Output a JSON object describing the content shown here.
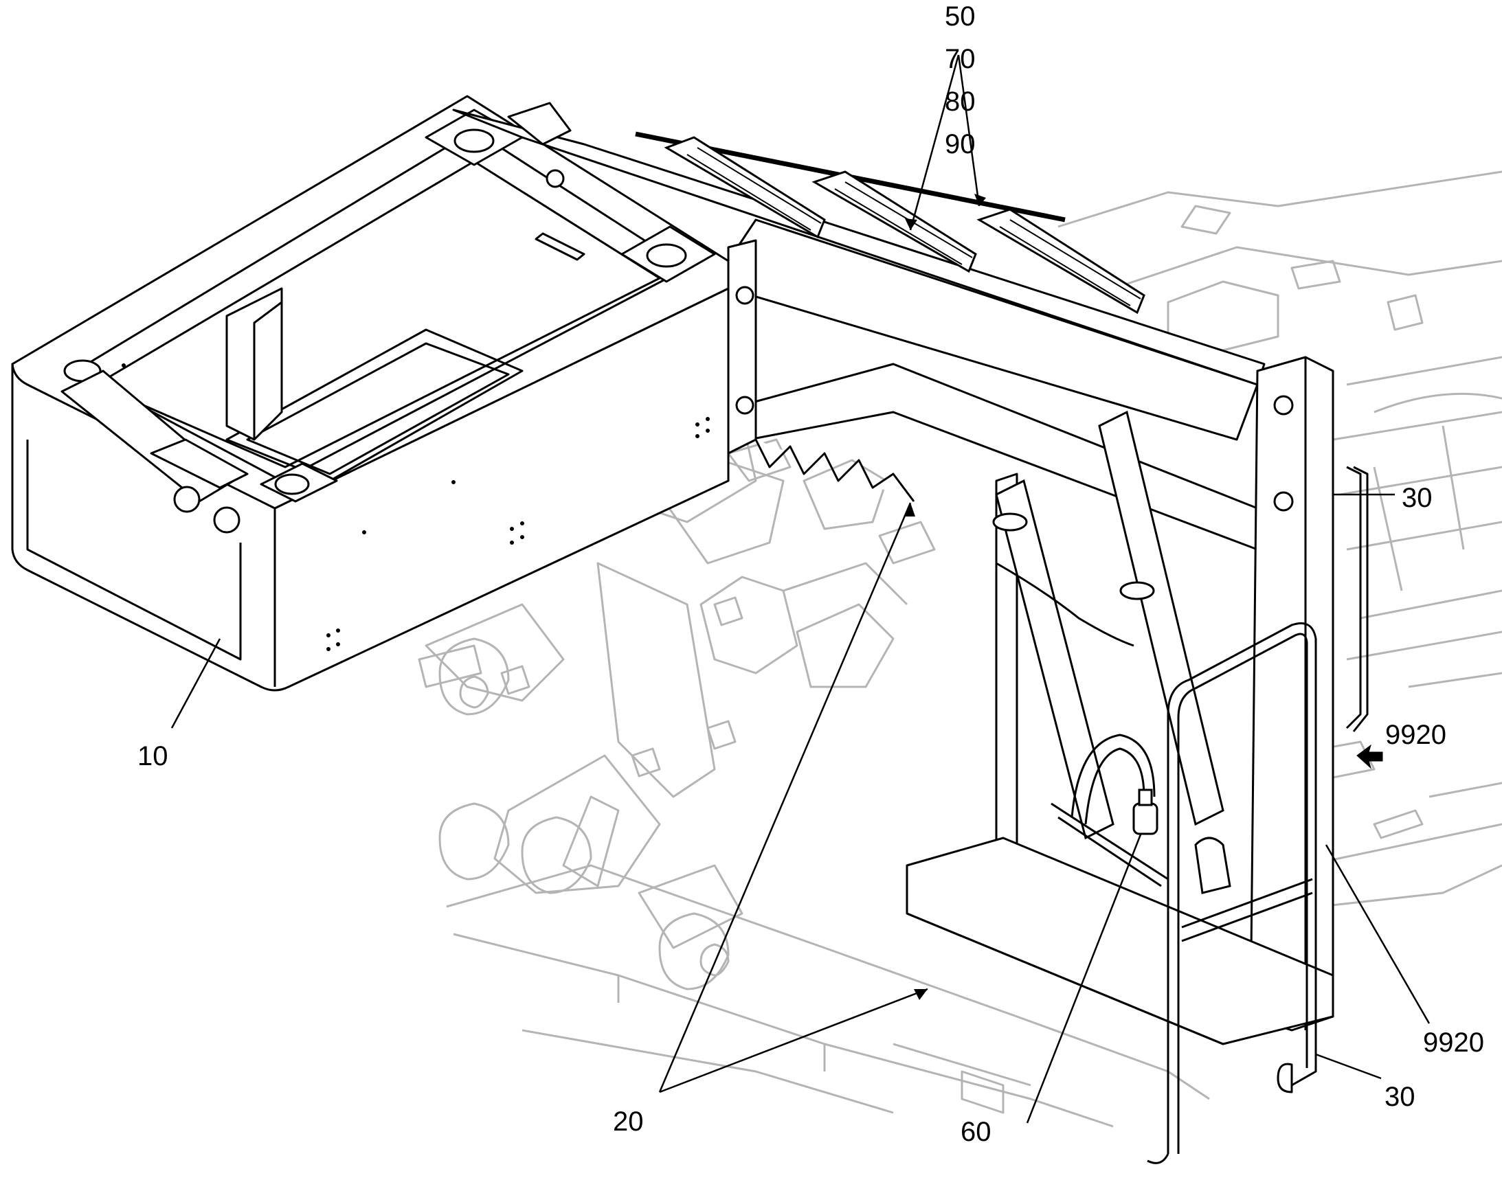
{
  "callouts": {
    "c50": "50",
    "c70": "70",
    "c80": "80",
    "c90": "90",
    "c30_top": "30",
    "c9920_top": "9920",
    "c10": "10",
    "c20": "20",
    "c60": "60",
    "c9920_bottom": "9920",
    "c30_bottom": "30"
  },
  "colors": {
    "line": "#000000",
    "ghost": "#b4b4b4",
    "background": "#ffffff"
  }
}
